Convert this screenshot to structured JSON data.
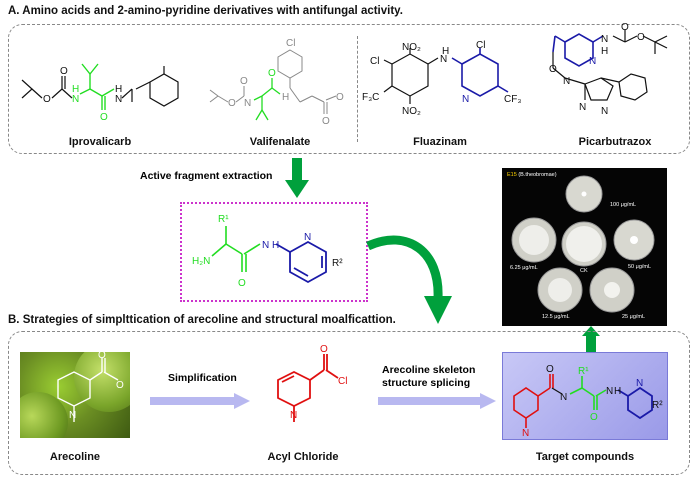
{
  "section_a": {
    "title": "A. Amino acids and 2-amino-pyridine derivatives with antifungal activity.",
    "compounds": [
      {
        "name": "Iprovalicarb"
      },
      {
        "name": "Valifenalate"
      },
      {
        "name": "Fluazinam"
      },
      {
        "name": "Picarbutrazox"
      }
    ]
  },
  "arrow_label": "Active fragment extraction",
  "fragment": {
    "nh2": "H₂N",
    "r1": "R¹",
    "nh": "N",
    "h": "H",
    "o": "O",
    "n_ring": "N",
    "r2": "R²"
  },
  "section_b": {
    "title": "B. Strategies of simplttication of arecoline and structural moalficattion.",
    "step1_label": "Simplification",
    "step2_label_line1": "Arecoline skeleton",
    "step2_label_line2": "structure splicing",
    "arecoline_label": "Arecoline",
    "acyl_label": "Acyl Chloride",
    "target_label": "Target compounds"
  },
  "atoms": {
    "o": "O",
    "n": "N",
    "nh": "N",
    "h": "H",
    "cl": "Cl",
    "no2": "NO₂",
    "cf3": "CF₃",
    "f3c": "F₃C",
    "r1": "R¹",
    "r2": "R²"
  },
  "photo": {
    "title_code": "E15",
    "title_species": "(B.theobromae)",
    "plates": [
      {
        "label": "100 μg/mL"
      },
      {
        "label": "6.25 μg/mL"
      },
      {
        "label": "CK"
      },
      {
        "label": "50 μg/mL"
      },
      {
        "label": "12.5 μg/mL"
      },
      {
        "label": "25 μg/mL"
      }
    ]
  },
  "colors": {
    "green": "#22dd22",
    "blue": "#1a1aa8",
    "red": "#e01010",
    "magenta": "#cc33cc",
    "arrow_green": "#00a03c",
    "arrow_lav": "#b8b8f0"
  }
}
